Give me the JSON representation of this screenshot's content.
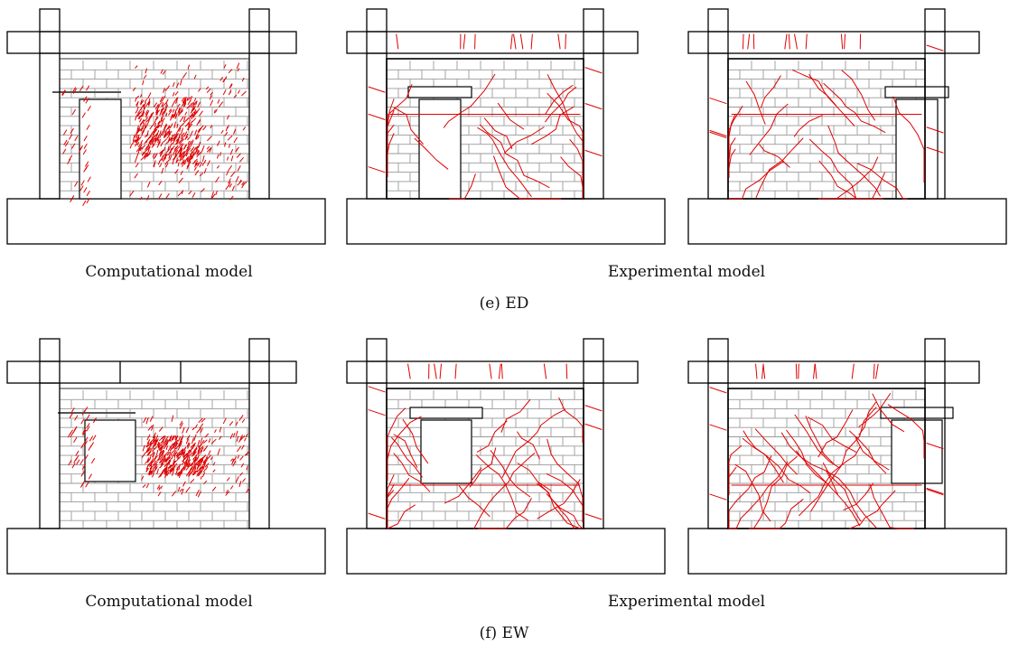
{
  "figure": {
    "rows": [
      {
        "caption": "(e) ED",
        "opening": "door",
        "labels": {
          "computational": "Computational model",
          "experimental": "Experimental model"
        },
        "panels": [
          {
            "kind": "computational",
            "opening_side": "left",
            "beam_split": false
          },
          {
            "kind": "experimental",
            "opening_side": "left",
            "beam_split": false
          },
          {
            "kind": "experimental",
            "opening_side": "right",
            "beam_split": false
          }
        ]
      },
      {
        "caption": "(f) EW",
        "opening": "window",
        "labels": {
          "computational": "Computational model",
          "experimental": "Experimental model"
        },
        "panels": [
          {
            "kind": "computational",
            "opening_side": "left",
            "beam_split": true
          },
          {
            "kind": "experimental",
            "opening_side": "left",
            "beam_split": false
          },
          {
            "kind": "experimental",
            "opening_side": "right",
            "beam_split": false
          }
        ]
      }
    ],
    "colors": {
      "outline": "#000000",
      "brick": "#9a9a9a",
      "crack": "#e00000",
      "background": "#ffffff"
    }
  }
}
